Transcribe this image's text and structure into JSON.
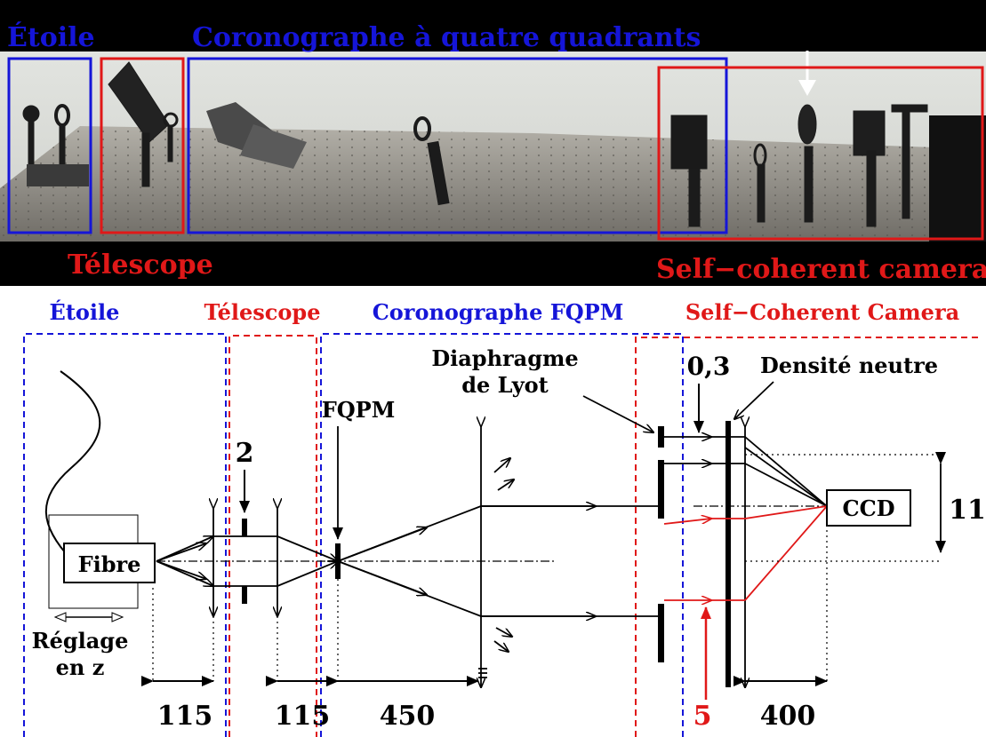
{
  "photo": {
    "label_star": "Étoile",
    "label_coronagraph": "Coronographe à quatre quadrants",
    "label_telescope": "Télescope",
    "label_scc": "Self−coherent camera"
  },
  "diagram": {
    "header_star": "Étoile",
    "header_telescope": "Télescope",
    "header_coronagraph": "Coronographe FQPM",
    "header_scc": "Self−Coherent Camera",
    "fibre": "Fibre",
    "z_adjust_line1": "Réglage",
    "z_adjust_line2": "en z",
    "stop_size": "2",
    "fqpm": "FQPM",
    "lyot_line1": "Diaphragme",
    "lyot_line2": "de Lyot",
    "ref_hole": "0,3",
    "neutral_density": "Densité neutre",
    "ccd": "CCD",
    "beam_sep": "11",
    "dist_1": "115",
    "dist_2": "115",
    "dist_3": "450",
    "ref_size": "5",
    "dist_4": "400"
  },
  "colors": {
    "blue": "#1515d8",
    "red": "#e01818",
    "black": "#000000"
  }
}
